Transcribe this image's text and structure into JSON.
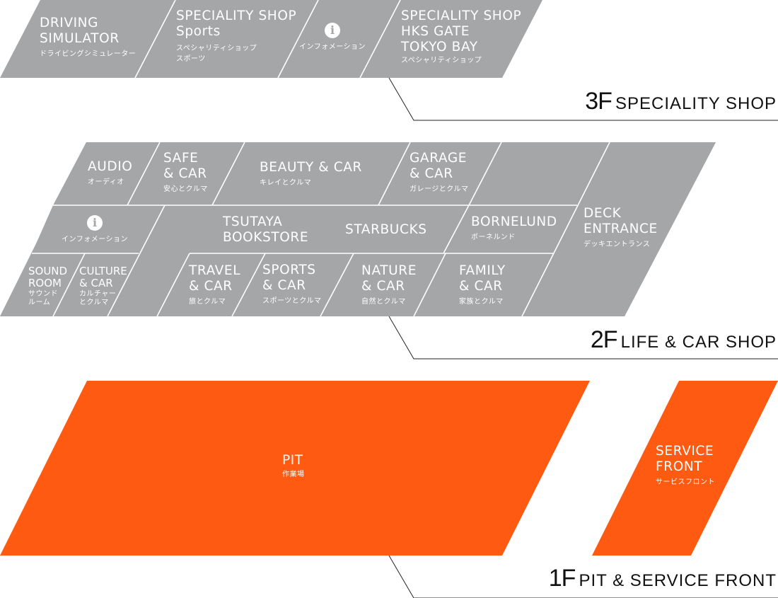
{
  "colors": {
    "shop_gray": "#a5a6a8",
    "accent_orange": "#fe5a12",
    "line": "#222222",
    "text": "#ffffff"
  },
  "floors": {
    "f3": {
      "number": "3F",
      "name": "SPECIALITY SHOP",
      "areas": {
        "driving": {
          "en": [
            "DRIVING",
            "SIMULATOR"
          ],
          "jp": "ドライビングシミュレーター"
        },
        "sports": {
          "en": [
            "SPECIALITY SHOP",
            "Sports"
          ],
          "jp": [
            "スペシャリティショップ",
            "スポーツ"
          ]
        },
        "info": {
          "icon": "information-icon",
          "glyph": "i",
          "jp": "インフォメーション"
        },
        "hks": {
          "en": [
            "SPECIALITY SHOP",
            "HKS GATE",
            "TOKYO BAY"
          ],
          "jp": "スペシャリティショップ"
        }
      }
    },
    "f2": {
      "number": "2F",
      "name": "LIFE & CAR SHOP",
      "areas": {
        "audio": {
          "en": [
            "AUDIO"
          ],
          "jp": "オーディオ"
        },
        "safe": {
          "en": [
            "SAFE",
            "& CAR"
          ],
          "jp": "安心とクルマ"
        },
        "beauty": {
          "en": [
            "BEAUTY & CAR"
          ],
          "jp": "キレイとクルマ"
        },
        "garage": {
          "en": [
            "GARAGE",
            "& CAR"
          ],
          "jp": "ガレージとクルマ"
        },
        "info": {
          "icon": "information-icon",
          "glyph": "i",
          "jp": "インフォメーション"
        },
        "tsutaya": {
          "en": [
            "TSUTAYA",
            "BOOKSTORE"
          ]
        },
        "starbucks": {
          "en": [
            "STARBUCKS"
          ]
        },
        "bornelund": {
          "en": [
            "BORNELUND"
          ],
          "jp": "ボーネルンド"
        },
        "deck": {
          "en": [
            "DECK",
            "ENTRANCE"
          ],
          "jp": "デッキエントランス"
        },
        "sound": {
          "en": [
            "SOUND",
            "ROOM"
          ],
          "jp": [
            "サウンド",
            "ルーム"
          ]
        },
        "culture": {
          "en": [
            "CULTURE",
            "& CAR"
          ],
          "jp": [
            "カルチャー",
            "とクルマ"
          ]
        },
        "travel": {
          "en": [
            "TRAVEL",
            "& CAR"
          ],
          "jp": "旅とクルマ"
        },
        "sportscar": {
          "en": [
            "SPORTS",
            "& CAR"
          ],
          "jp": "スポーツとクルマ"
        },
        "nature": {
          "en": [
            "NATURE",
            "& CAR"
          ],
          "jp": "自然とクルマ"
        },
        "family": {
          "en": [
            "FAMILY",
            "& CAR"
          ],
          "jp": "家族とクルマ"
        }
      }
    },
    "f1": {
      "number": "1F",
      "name": "PIT & SERVICE FRONT",
      "areas": {
        "pit": {
          "en": [
            "PIT"
          ],
          "jp": "作業場"
        },
        "service": {
          "en": [
            "SERVICE",
            "FRONT"
          ],
          "jp": "サービスフロント"
        }
      }
    }
  }
}
